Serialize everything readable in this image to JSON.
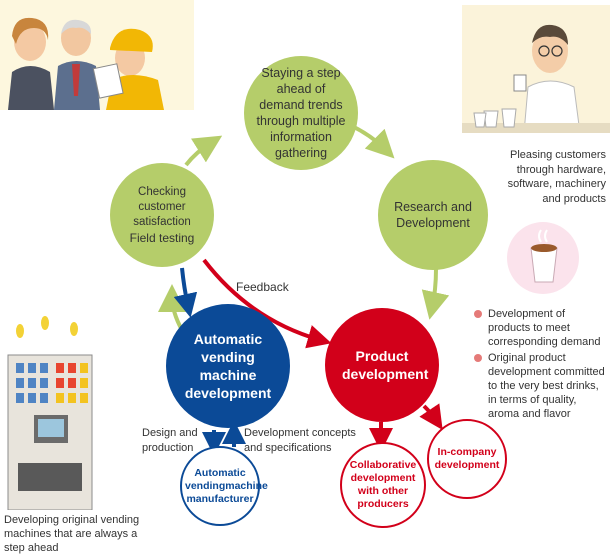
{
  "nodes": {
    "staying": "Staying a step ahead of demand trends through multiple information gathering",
    "checking_line1": "Checking customer satisfaction",
    "checking_line2": "Field testing",
    "research": "Research and Development",
    "avm_dev": "Automatic vending machine development",
    "product_dev": "Product development",
    "manufacturer": "Automatic vendingmachine manufacturer",
    "collaborative": "Collaborative development with other producers",
    "in_company": "In-company development"
  },
  "labels": {
    "feedback": "Feedback",
    "design": "Design and production",
    "dev_concepts": "Development concepts and specifications",
    "pleasing": "Pleasing customers through hardware, software, machinery and products",
    "developing": "Developing original vending machines that are always a step ahead"
  },
  "notes": [
    "Development of products to meet corresponding demand",
    "Original product development committed to the very best drinks, in terms of quality, aroma and flavor"
  ],
  "colors": {
    "green": "#b5cd6a",
    "blue": "#0b4a97",
    "red": "#d2001a",
    "bullet": "#e57a78"
  },
  "icons": [
    "people-illustration",
    "scientist-tasting-illustration",
    "coffee-cup-icon",
    "vending-machine-illustration"
  ]
}
